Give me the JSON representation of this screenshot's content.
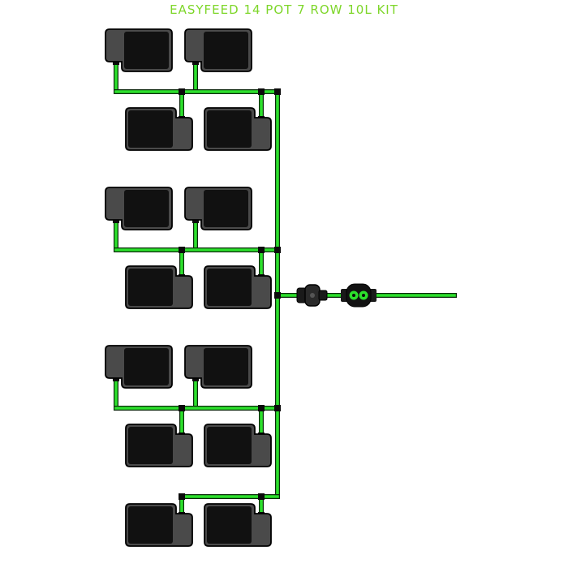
{
  "title": "EASYFEED 14 POT 7 ROW 10L KIT",
  "colors": {
    "tube": "#2ce02c",
    "tube_outline": "#0b2a0b",
    "pot_fill": "#111111",
    "tray_fill": "#4a4a4a",
    "tray_outline": "#000000",
    "connector_body": "#2a2a2a",
    "title": "#7ed62a"
  },
  "components": {
    "pot_count": 14,
    "row_count": 7,
    "pot_volume": "10L",
    "icons": [
      "pot-tray-icon",
      "tube-connector-icon",
      "filter-icon",
      "valve-icon"
    ]
  }
}
